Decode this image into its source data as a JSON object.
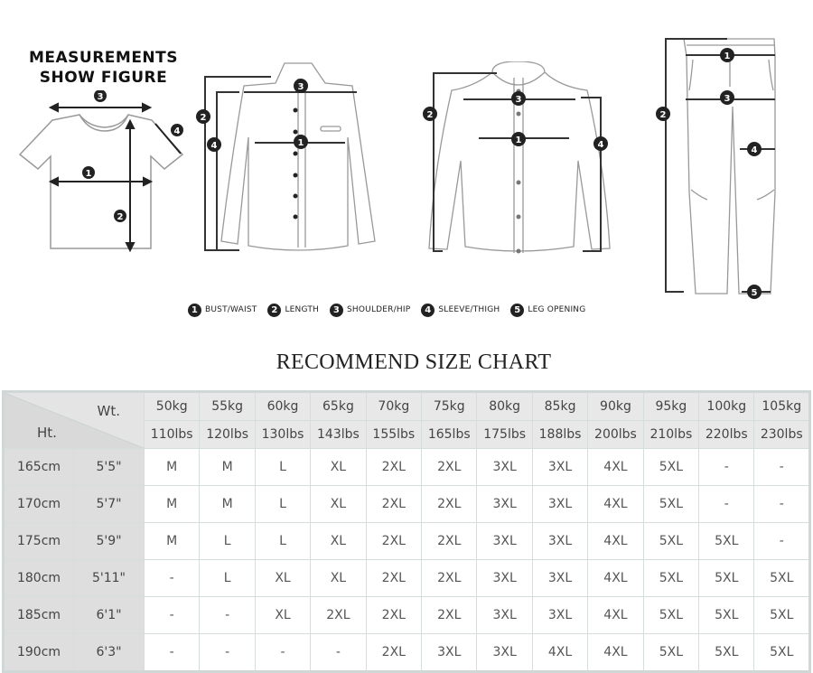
{
  "figure": {
    "title_line1": "MEASUREMENTS",
    "title_line2": "SHOW FIGURE",
    "garments": [
      "t-shirt",
      "long-sleeve-shirt",
      "jacket",
      "pants"
    ]
  },
  "legend": {
    "items": [
      {
        "num": "1",
        "label": "BUST/WAIST"
      },
      {
        "num": "2",
        "label": "LENGTH"
      },
      {
        "num": "3",
        "label": "SHOULDER/HIP"
      },
      {
        "num": "4",
        "label": "SLEEVE/THIGH"
      },
      {
        "num": "5",
        "label": "LEG OPENING"
      }
    ]
  },
  "chart_data": {
    "type": "table",
    "title": "RECOMMEND SIZE CHART",
    "corner": {
      "wt_label": "Wt.",
      "ht_label": "Ht."
    },
    "weights_kg": [
      "50kg",
      "55kg",
      "60kg",
      "65kg",
      "70kg",
      "75kg",
      "80kg",
      "85kg",
      "90kg",
      "95kg",
      "100kg",
      "105kg"
    ],
    "weights_lbs": [
      "110lbs",
      "120lbs",
      "130lbs",
      "143lbs",
      "155lbs",
      "165lbs",
      "175lbs",
      "188lbs",
      "200lbs",
      "210lbs",
      "220lbs",
      "230lbs"
    ],
    "rows": [
      {
        "cm": "165cm",
        "ft": "5'5\"",
        "sizes": [
          "M",
          "M",
          "L",
          "XL",
          "2XL",
          "2XL",
          "3XL",
          "3XL",
          "4XL",
          "5XL",
          "-",
          "-"
        ]
      },
      {
        "cm": "170cm",
        "ft": "5'7\"",
        "sizes": [
          "M",
          "M",
          "L",
          "XL",
          "2XL",
          "2XL",
          "3XL",
          "3XL",
          "4XL",
          "5XL",
          "-",
          "-"
        ]
      },
      {
        "cm": "175cm",
        "ft": "5'9\"",
        "sizes": [
          "M",
          "L",
          "L",
          "XL",
          "2XL",
          "2XL",
          "3XL",
          "3XL",
          "4XL",
          "5XL",
          "5XL",
          "-"
        ]
      },
      {
        "cm": "180cm",
        "ft": "5'11\"",
        "sizes": [
          "-",
          "L",
          "XL",
          "XL",
          "2XL",
          "2XL",
          "3XL",
          "3XL",
          "4XL",
          "5XL",
          "5XL",
          "5XL"
        ]
      },
      {
        "cm": "185cm",
        "ft": "6'1\"",
        "sizes": [
          "-",
          "-",
          "XL",
          "2XL",
          "2XL",
          "2XL",
          "3XL",
          "3XL",
          "4XL",
          "5XL",
          "5XL",
          "5XL"
        ]
      },
      {
        "cm": "190cm",
        "ft": "6'3\"",
        "sizes": [
          "-",
          "-",
          "-",
          "-",
          "2XL",
          "3XL",
          "3XL",
          "4XL",
          "4XL",
          "5XL",
          "5XL",
          "5XL"
        ]
      }
    ]
  },
  "colors": {
    "header_bg": "#e8e8e8",
    "row_header_bg": "#dedede",
    "border": "#d5dedc",
    "text": "#555555",
    "line_art": "#999999",
    "measure": "#222222"
  }
}
